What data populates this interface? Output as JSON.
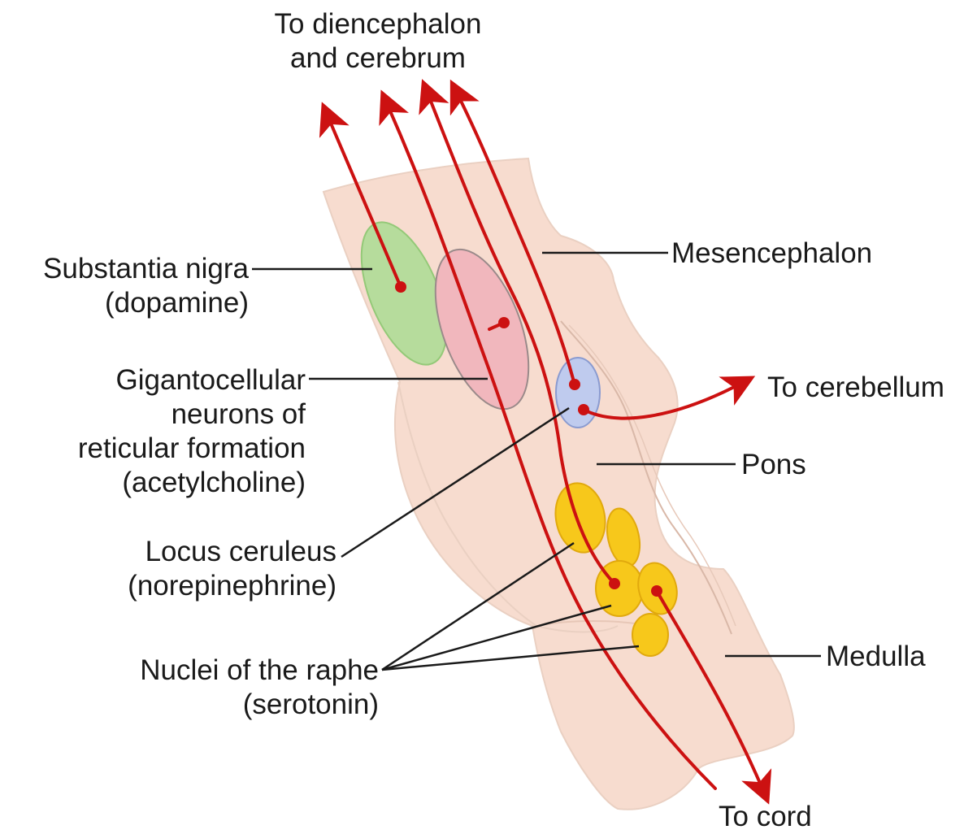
{
  "labels": {
    "top_line1": "To diencephalon",
    "top_line2": "and cerebrum",
    "substantia_line1": "Substantia nigra",
    "substantia_line2": "(dopamine)",
    "giganto_line1": "Gigantocellular",
    "giganto_line2": "neurons of",
    "giganto_line3": "reticular formation",
    "giganto_line4": "(acetylcholine)",
    "locus_line1": "Locus ceruleus",
    "locus_line2": "(norepinephrine)",
    "raphe_line1": "Nuclei of the raphe",
    "raphe_line2": "(serotonin)",
    "mesencephalon": "Mesencephalon",
    "cerebellum": "To cerebellum",
    "pons": "Pons",
    "medulla": "Medulla",
    "cord": "To cord"
  },
  "colors": {
    "brainstem_fill": "#f7dccf",
    "brainstem_edge": "#ead0c2",
    "pathway_red": "#cc1111",
    "substantia_nigra_green": "#b3dd9a",
    "gigantocellular_pink": "#f1b7bd",
    "locus_ceruleus_blue": "#bfcbee",
    "raphe_yellow": "#f7c81b",
    "leader_line": "#1a1a1a"
  }
}
